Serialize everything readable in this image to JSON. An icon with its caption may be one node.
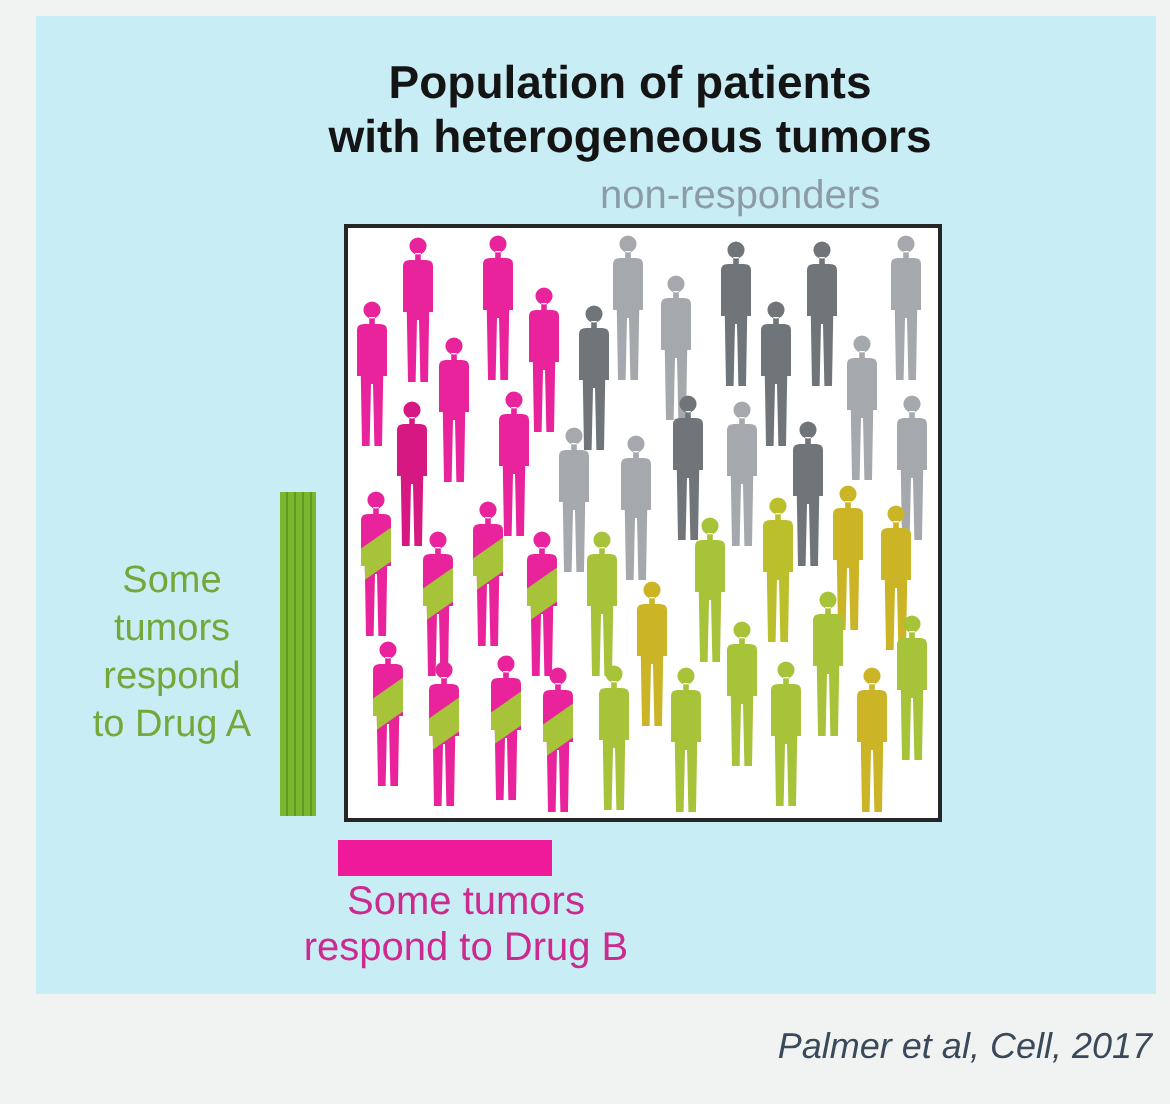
{
  "diagram": {
    "title": "Population of patients with heterogeneous tumors",
    "nodes": [
      {
        "text": [],
        "shape": "bar"
      },
      {
        "text": [],
        "shape": "bar"
      }
    ],
    "labels": [
      "non-responders",
      "Some tumors respond to Drug A",
      "Some tumors respond to Drug B",
      "Palmer et al, Cell, 2017"
    ]
  }
}
